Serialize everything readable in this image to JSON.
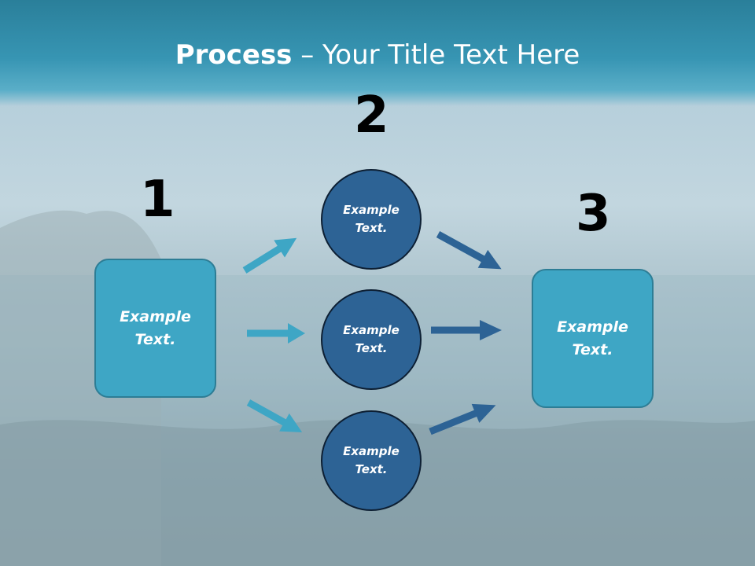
{
  "title": {
    "bold": "Process",
    "rest": " – Your Title Text Here"
  },
  "steps": [
    {
      "number": "1",
      "text": "Example Text."
    },
    {
      "number": "2",
      "text": "Example Text."
    },
    {
      "number": "3",
      "text": "Example Text."
    }
  ],
  "circles": [
    {
      "text": "Example Text."
    },
    {
      "text": "Example Text."
    },
    {
      "text": "Example Text."
    }
  ],
  "colors": {
    "box": "#3ea6c5",
    "circle": "#2d6395",
    "arrow_light": "#3ea6c5",
    "arrow_dark": "#2d6395"
  }
}
